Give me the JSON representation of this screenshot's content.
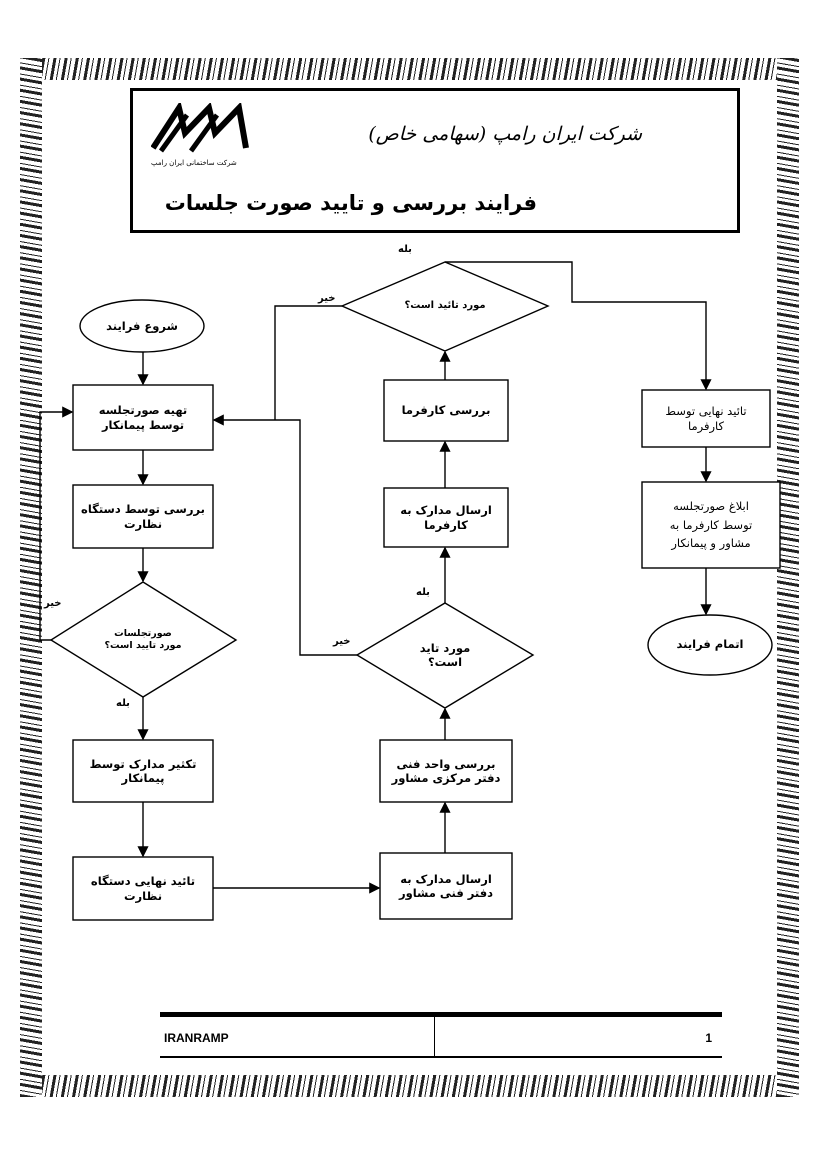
{
  "header": {
    "company": "شرکت ایران رامپ (سهامی خاص)",
    "title": "فرایند بررسی و تایید صورت جلسات",
    "logo_caption": "شرکت ساختمانی ایران رامپ"
  },
  "nodes": {
    "start": "شروع فرایند",
    "prepare": [
      "تهیه صورتجلسه",
      "توسط پیمانکار"
    ],
    "supervision_review": [
      "بررسی توسط دستگاه",
      "نظارت"
    ],
    "minutes_approved_q": [
      "صورتجلسات",
      "مورد تایید است؟"
    ],
    "copy_docs": [
      "تکثیر مدارک توسط",
      "پیمانکار"
    ],
    "final_supervision": [
      "تائید نهایی دستگاه",
      "نظارت"
    ],
    "send_consultant": [
      "ارسال مدارک به",
      "دفتر فنی مشاور"
    ],
    "consultant_review": [
      "بررسی واحد فنی",
      "دفتر مرکزی مشاور"
    ],
    "approved_q2": [
      "مورد تاید",
      "است؟"
    ],
    "send_employer": [
      "ارسال مدارک به",
      "کارفرما"
    ],
    "employer_review": "بررسی کارفرما",
    "approved_q3": "مورد تائید است؟",
    "final_employer": [
      "تائید نهایی توسط",
      "کارفرما"
    ],
    "notify": [
      "ابلاغ صورتجلسه",
      "توسط کارفرما به",
      "مشاور و پیمانکار"
    ],
    "end": "اتمام فرایند"
  },
  "labels": {
    "yes": "بله",
    "no": "خیر"
  },
  "footer": {
    "left": "IRANRAMP",
    "right": "1"
  }
}
